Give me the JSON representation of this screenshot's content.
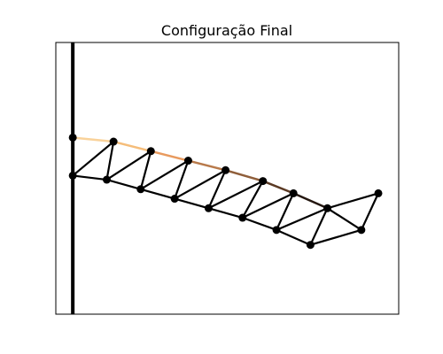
{
  "chart_data": {
    "type": "line",
    "title": "Configuração Final",
    "xlabel": "",
    "ylabel": "",
    "xlim": [
      -0.5,
      9.6
    ],
    "ylim": [
      -5.5,
      4.5
    ],
    "grid": false,
    "axis_ticks": false,
    "wall": {
      "x": 0,
      "color": "#000000"
    },
    "nodes": [
      {
        "id": 0,
        "x": 0.0,
        "y": 1.0
      },
      {
        "id": 1,
        "x": 1.2,
        "y": 0.85
      },
      {
        "id": 2,
        "x": 2.3,
        "y": 0.5
      },
      {
        "id": 3,
        "x": 3.4,
        "y": 0.15
      },
      {
        "id": 4,
        "x": 4.5,
        "y": -0.2
      },
      {
        "id": 5,
        "x": 5.6,
        "y": -0.6
      },
      {
        "id": 6,
        "x": 6.5,
        "y": -1.05
      },
      {
        "id": 7,
        "x": 7.5,
        "y": -1.6
      },
      {
        "id": 8,
        "x": 9.0,
        "y": -1.05
      },
      {
        "id": 9,
        "x": 0.0,
        "y": -0.4
      },
      {
        "id": 10,
        "x": 1.0,
        "y": -0.55
      },
      {
        "id": 11,
        "x": 2.0,
        "y": -0.9
      },
      {
        "id": 12,
        "x": 3.0,
        "y": -1.25
      },
      {
        "id": 13,
        "x": 4.0,
        "y": -1.6
      },
      {
        "id": 14,
        "x": 5.0,
        "y": -1.95
      },
      {
        "id": 15,
        "x": 6.0,
        "y": -2.4
      },
      {
        "id": 16,
        "x": 7.0,
        "y": -2.95
      },
      {
        "id": 17,
        "x": 8.5,
        "y": -2.4
      }
    ],
    "top_chord": [
      [
        0,
        1
      ],
      [
        1,
        2
      ],
      [
        2,
        3
      ],
      [
        3,
        4
      ],
      [
        4,
        5
      ],
      [
        5,
        6
      ],
      [
        6,
        7
      ]
    ],
    "top_colors": [
      "#f9d29a",
      "#f5bd7a",
      "#e89a5e",
      "#b87a4b",
      "#8f5e3a",
      "#5b3a24",
      "#241710"
    ],
    "members": [
      [
        9,
        10
      ],
      [
        10,
        11
      ],
      [
        11,
        12
      ],
      [
        12,
        13
      ],
      [
        13,
        14
      ],
      [
        14,
        15
      ],
      [
        15,
        16
      ],
      [
        16,
        17
      ],
      [
        17,
        7
      ],
      [
        7,
        8
      ],
      [
        8,
        17
      ],
      [
        0,
        9
      ],
      [
        9,
        1
      ],
      [
        10,
        1
      ],
      [
        10,
        2
      ],
      [
        11,
        2
      ],
      [
        11,
        3
      ],
      [
        12,
        3
      ],
      [
        12,
        4
      ],
      [
        13,
        4
      ],
      [
        13,
        5
      ],
      [
        14,
        5
      ],
      [
        14,
        6
      ],
      [
        15,
        6
      ],
      [
        15,
        7
      ],
      [
        16,
        7
      ]
    ],
    "member_color": "#000000",
    "node_color": "#000000"
  }
}
